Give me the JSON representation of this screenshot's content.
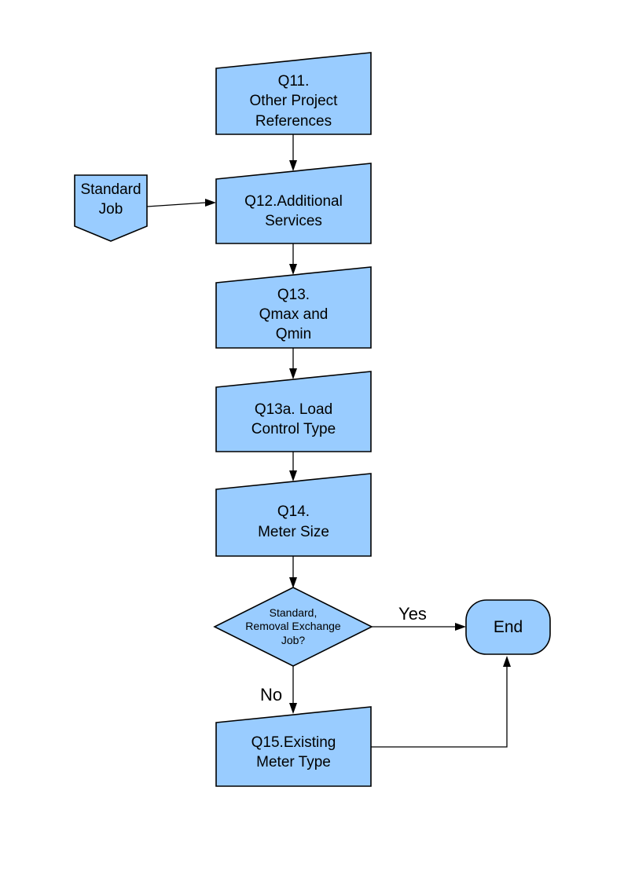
{
  "diagram": {
    "colors": {
      "node_fill": "#99ccff",
      "node_stroke": "#000000",
      "connector": "#000000",
      "text": "#000000",
      "background": "#ffffff"
    },
    "nodes": {
      "q11": {
        "shape": "manual-input",
        "label": "Q11.\nOther Project\nReferences"
      },
      "standard_job": {
        "shape": "off-page-connector",
        "label": "Standard\nJob"
      },
      "q12": {
        "shape": "manual-input",
        "label": "Q12.Additional\nServices"
      },
      "q13": {
        "shape": "manual-input",
        "label": "Q13.\nQmax and\nQmin"
      },
      "q13a": {
        "shape": "manual-input",
        "label": "Q13a. Load\nControl Type"
      },
      "q14": {
        "shape": "manual-input",
        "label": "Q14.\nMeter Size"
      },
      "decision": {
        "shape": "decision-diamond",
        "label": "Standard,\nRemoval Exchange\nJob?"
      },
      "end": {
        "shape": "terminator",
        "label": "End"
      },
      "q15": {
        "shape": "manual-input",
        "label": "Q15.Existing\nMeter Type"
      }
    },
    "edges": {
      "yes_label": "Yes",
      "no_label": "No"
    }
  }
}
